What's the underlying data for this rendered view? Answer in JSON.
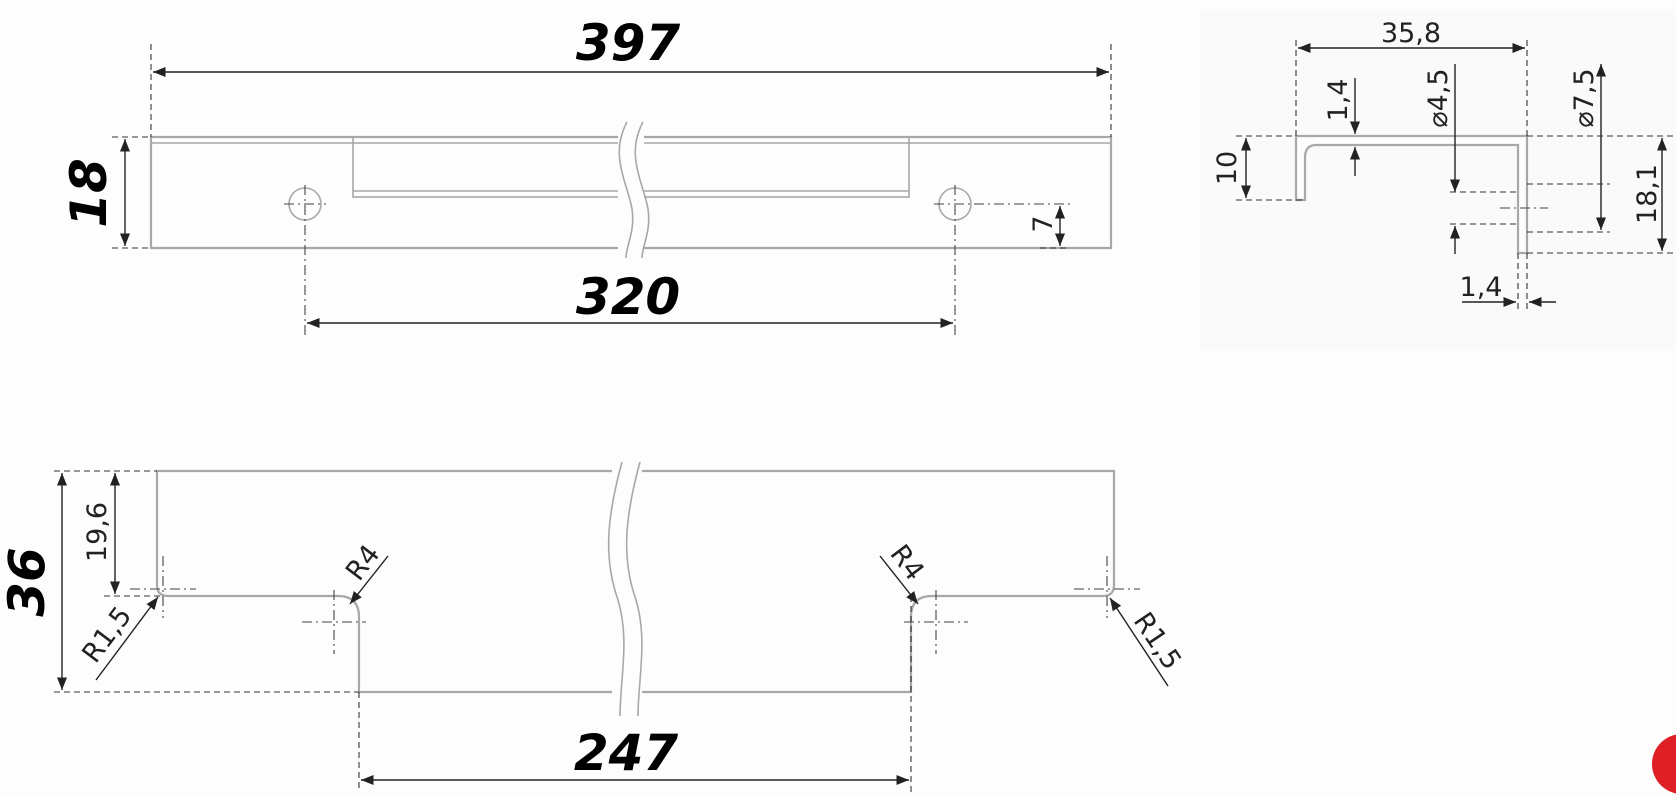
{
  "dimensions": {
    "overall_length": "397",
    "profile_height": "18",
    "hole_spacing": "320",
    "hole_offset": "7",
    "cutout_height": "36",
    "cutout_depth": "19,6",
    "cutout_length": "247",
    "radius_outer_left": "R1,5",
    "radius_inner_left": "R4",
    "radius_inner_right": "R4",
    "radius_outer_right": "R1,5",
    "section_width": "35,8",
    "section_wall_top": "1,4",
    "section_flange": "10",
    "hole_diameter_small": "⌀4,5",
    "hole_diameter_large": "⌀7,5",
    "section_height": "18,1",
    "section_wall_side": "1,4"
  },
  "colors": {
    "part_outline": "#a8a8a8",
    "dimension_line": "#222222",
    "badge": "#e01e26"
  }
}
